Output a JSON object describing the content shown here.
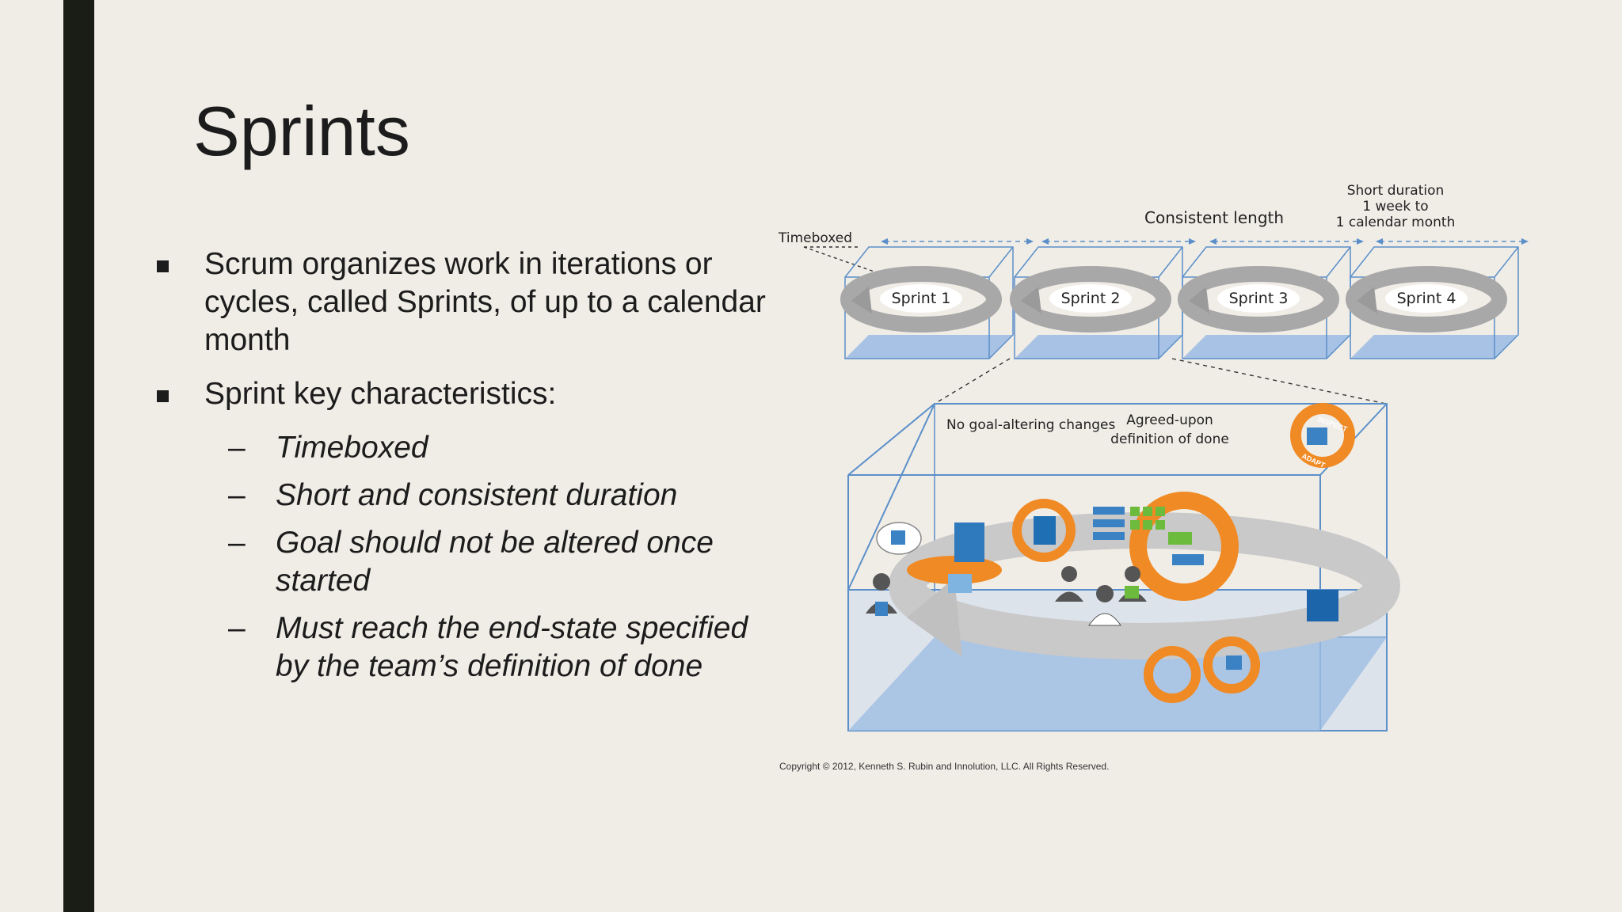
{
  "slide": {
    "title": "Sprints",
    "bullets": [
      {
        "bold": "Scrum",
        "text": " organizes work in iterations or cycles, called ",
        "bold2": "Sprints",
        "text2": ", of up to a calendar month"
      },
      {
        "bold": "Sprint",
        "text": " key characteristics:"
      }
    ],
    "subbullets": [
      {
        "dash": "–",
        "parts": [
          {
            "b": "Timeboxed"
          }
        ]
      },
      {
        "dash": "–",
        "parts": [
          {
            "b": "Short"
          },
          {
            "t": " and "
          },
          {
            "b": "consistent"
          },
          {
            "t": " duration"
          }
        ]
      },
      {
        "dash": "–",
        "parts": [
          {
            "b": "Goal"
          },
          {
            "t": " should not be altered once started"
          }
        ]
      },
      {
        "dash": "–",
        "parts": [
          {
            "t": "Must reach the "
          },
          {
            "b": "end-state"
          },
          {
            "t": " specified by the team’s definition of "
          },
          {
            "b": "done"
          }
        ]
      }
    ]
  },
  "diagram": {
    "label_timeboxed": "Timeboxed",
    "label_consistent": "Consistent length",
    "label_short_1": "Short duration",
    "label_short_2": "1 week to",
    "label_short_3": "1 calendar month",
    "sprints": [
      "Sprint 1",
      "Sprint 2",
      "Sprint 3",
      "Sprint 4"
    ],
    "label_no_goal": "No goal-altering changes",
    "label_agreed_1": "Agreed-upon",
    "label_agreed_2": "definition of done",
    "inspect": "INSPECT",
    "adapt": "ADAPT",
    "colors": {
      "box_edge": "#5b8fc9",
      "box_floor": "#9fbde3",
      "orange": "#f08a24",
      "grey": "#a8a8a8"
    }
  },
  "copyright": "Copyright © 2012, Kenneth S. Rubin and Innolution, LLC. All Rights Reserved."
}
